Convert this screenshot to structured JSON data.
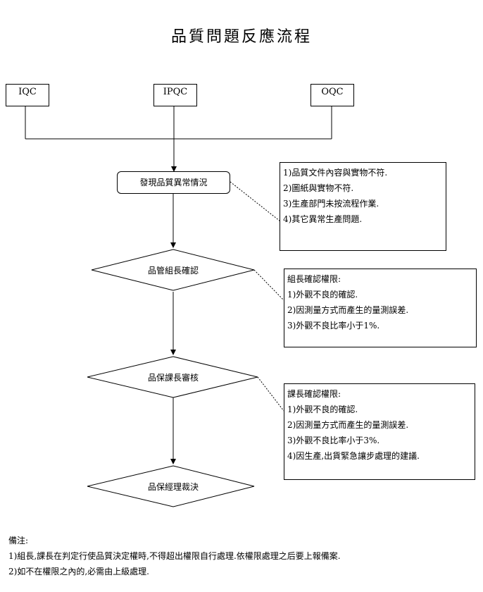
{
  "title": "品質問題反應流程",
  "sources": {
    "iqc": "IQC",
    "ipqc": "IPQC",
    "oqc": "OQC"
  },
  "steps": {
    "discover": "發現品質異常情況",
    "team_leader_confirm": "品管組長確認",
    "section_chief_review": "品保課長審核",
    "manager_decision": "品保經理裁決"
  },
  "notes": {
    "discover_items": [
      "1)品質文件內容與實物不符.",
      "2)圖紙與實物不符.",
      "3)生產部門未按流程作業.",
      "4)其它異常生產問題."
    ],
    "team_leader_heading": "組長確認權限:",
    "team_leader_items": [
      "1)外觀不良的確認.",
      "2)因測量方式而產生的量測誤差.",
      "3)外觀不良比率小于1%."
    ],
    "section_chief_heading": "課長確認權限:",
    "section_chief_items": [
      "1)外觀不良的確認.",
      "2)因測量方式而產生的量測誤差.",
      "3)外觀不良比率小于3%.",
      "4)因生產,出貨緊急讓步處理的建議."
    ]
  },
  "remarks": {
    "heading": "備注:",
    "items": [
      "1)組長,課長在判定行使品質決定權時,不得超出權限自行處理.依權限處理之后要上報備案.",
      "2)如不在權限之內的,必需由上級處理."
    ]
  }
}
